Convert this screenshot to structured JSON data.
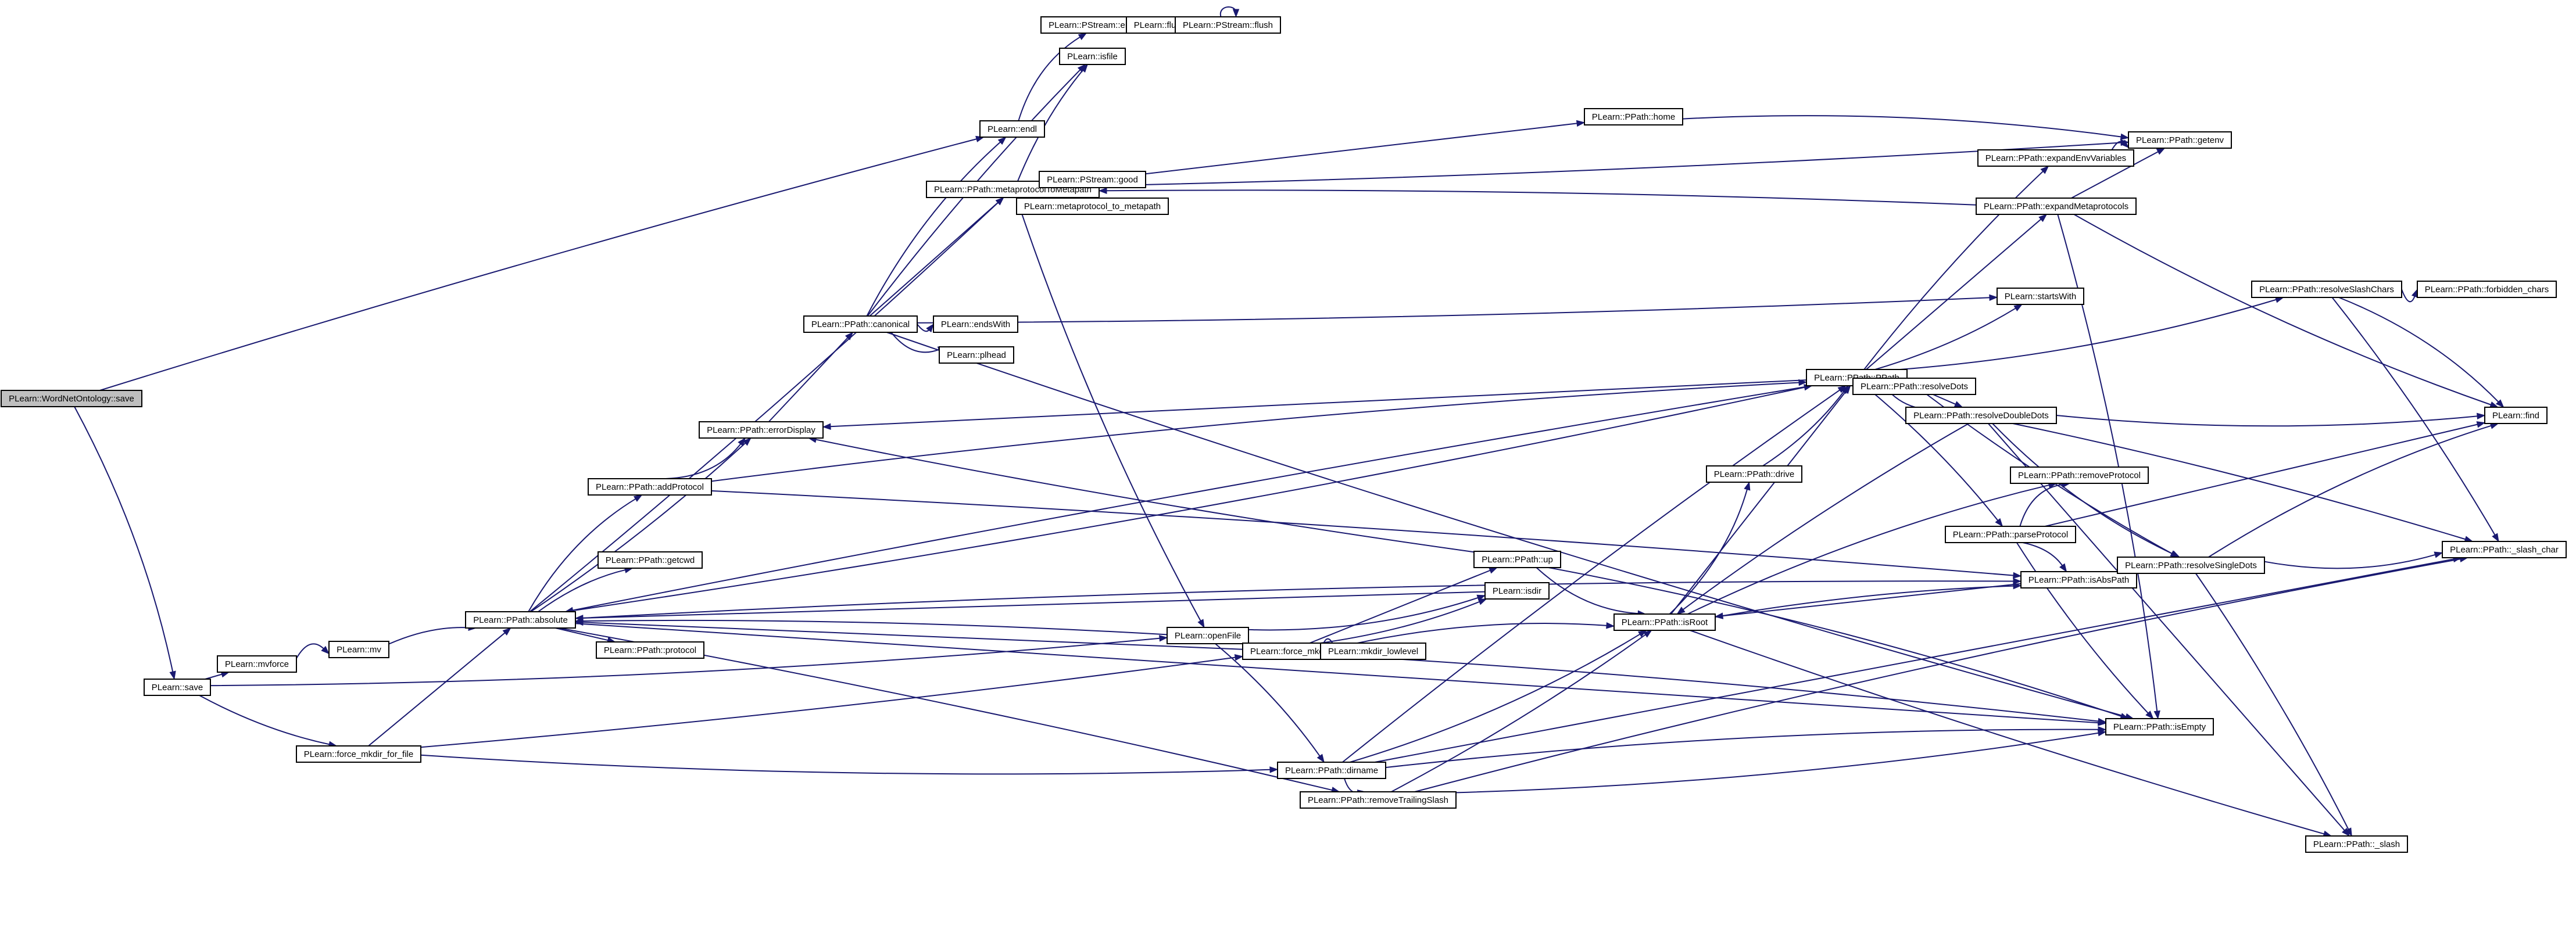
{
  "root": "PLearn::WordNetOntology::save",
  "colors": {
    "edge": "#191970",
    "root_fill": "#bfbfbf",
    "node_fill": "#ffffff",
    "border": "#000000"
  },
  "nodes": [
    "PLearn::WordNetOntology::save",
    "PLearn::save",
    "PLearn::mvforce",
    "PLearn::mv",
    "PLearn::force_mkdir_for_file",
    "PLearn::PPath::absolute",
    "PLearn::PPath::addProtocol",
    "PLearn::PPath::getcwd",
    "PLearn::PPath::protocol",
    "PLearn::PPath::errorDisplay",
    "PLearn::PPath::canonical",
    "PLearn::endsWith",
    "PLearn::plhead",
    "PLearn::endl",
    "PLearn::PStream::endl",
    "PLearn::flush",
    "PLearn::PStream::flush",
    "PLearn::isfile",
    "PLearn::PPath::metaprotocolToMetapath",
    "PLearn::PStream::good",
    "PLearn::metaprotocol_to_metapath",
    "PLearn::PPath::home",
    "PLearn::PPath::getenv",
    "PLearn::PPath::expandEnvVariables",
    "PLearn::PPath::expandMetaprotocols",
    "PLearn::startsWith",
    "PLearn::PPath::resolveSlashChars",
    "PLearn::PPath::forbidden_chars",
    "PLearn::PPath::PPath",
    "PLearn::PPath::resolveDots",
    "PLearn::PPath::resolveDoubleDots",
    "PLearn::find",
    "PLearn::PPath::drive",
    "PLearn::PPath::removeProtocol",
    "PLearn::PPath::parseProtocol",
    "PLearn::PPath::isAbsPath",
    "PLearn::PPath::resolveSingleDots",
    "PLearn::PPath::_slash_char",
    "PLearn::PPath::up",
    "PLearn::isdir",
    "PLearn::openFile",
    "PLearn::force_mkdir",
    "PLearn::mkdir_lowlevel",
    "PLearn::PPath::isRoot",
    "PLearn::PPath::isEmpty",
    "PLearn::PPath::dirname",
    "PLearn::PPath::removeTrailingSlash",
    "PLearn::PPath::_slash"
  ],
  "edges": [
    [
      "PLearn::WordNetOntology::save",
      "PLearn::save"
    ],
    [
      "PLearn::WordNetOntology::save",
      "PLearn::endl"
    ],
    [
      "PLearn::save",
      "PLearn::mvforce"
    ],
    [
      "PLearn::save",
      "PLearn::force_mkdir_for_file"
    ],
    [
      "PLearn::save",
      "PLearn::openFile"
    ],
    [
      "PLearn::mvforce",
      "PLearn::mv"
    ],
    [
      "PLearn::mv",
      "PLearn::PPath::absolute"
    ],
    [
      "PLearn::force_mkdir_for_file",
      "PLearn::PPath::absolute"
    ],
    [
      "PLearn::force_mkdir_for_file",
      "PLearn::force_mkdir"
    ],
    [
      "PLearn::force_mkdir_for_file",
      "PLearn::PPath::dirname"
    ],
    [
      "PLearn::PPath::absolute",
      "PLearn::PPath::addProtocol"
    ],
    [
      "PLearn::PPath::absolute",
      "PLearn::PPath::getcwd"
    ],
    [
      "PLearn::PPath::absolute",
      "PLearn::PPath::protocol"
    ],
    [
      "PLearn::PPath::absolute",
      "PLearn::PPath::errorDisplay"
    ],
    [
      "PLearn::PPath::absolute",
      "PLearn::PPath::PPath"
    ],
    [
      "PLearn::PPath::absolute",
      "PLearn::PPath::isAbsPath"
    ],
    [
      "PLearn::PPath::absolute",
      "PLearn::PPath::removeTrailingSlash"
    ],
    [
      "PLearn::PPath::absolute",
      "PLearn::PPath::isEmpty"
    ],
    [
      "PLearn::PPath::absolute",
      "PLearn::PPath::metaprotocolToMetapath"
    ],
    [
      "PLearn::PPath::addProtocol",
      "PLearn::PPath::errorDisplay"
    ],
    [
      "PLearn::PPath::addProtocol",
      "PLearn::PPath::PPath"
    ],
    [
      "PLearn::PPath::addProtocol",
      "PLearn::PPath::isAbsPath"
    ],
    [
      "PLearn::PPath::errorDisplay",
      "PLearn::PPath::canonical"
    ],
    [
      "PLearn::PPath::canonical",
      "PLearn::endsWith"
    ],
    [
      "PLearn::PPath::canonical",
      "PLearn::plhead"
    ],
    [
      "PLearn::PPath::canonical",
      "PLearn::endl"
    ],
    [
      "PLearn::PPath::canonical",
      "PLearn::isfile"
    ],
    [
      "PLearn::PPath::canonical",
      "PLearn::PPath::metaprotocolToMetapath"
    ],
    [
      "PLearn::PPath::canonical",
      "PLearn::startsWith"
    ],
    [
      "PLearn::PPath::canonical",
      "PLearn::PPath::isEmpty"
    ],
    [
      "PLearn::endl",
      "PLearn::PStream::endl"
    ],
    [
      "PLearn::PStream::endl",
      "PLearn::flush"
    ],
    [
      "PLearn::flush",
      "PLearn::PStream::flush"
    ],
    [
      "PLearn::PStream::flush",
      "PLearn::PStream::flush"
    ],
    [
      "PLearn::PPath::metaprotocolToMetapath",
      "PLearn::PStream::good"
    ],
    [
      "PLearn::PPath::metaprotocolToMetapath",
      "PLearn::metaprotocol_to_metapath"
    ],
    [
      "PLearn::PPath::metaprotocolToMetapath",
      "PLearn::isfile"
    ],
    [
      "PLearn::PPath::metaprotocolToMetapath",
      "PLearn::PPath::home"
    ],
    [
      "PLearn::PPath::metaprotocolToMetapath",
      "PLearn::PPath::getenv"
    ],
    [
      "PLearn::PPath::metaprotocolToMetapath",
      "PLearn::openFile"
    ],
    [
      "PLearn::PPath::home",
      "PLearn::PPath::getenv"
    ],
    [
      "PLearn::PPath::expandEnvVariables",
      "PLearn::PPath::getenv"
    ],
    [
      "PLearn::PPath::expandMetaprotocols",
      "PLearn::PPath::getenv"
    ],
    [
      "PLearn::PPath::expandMetaprotocols",
      "PLearn::PPath::metaprotocolToMetapath"
    ],
    [
      "PLearn::PPath::expandMetaprotocols",
      "PLearn::find"
    ],
    [
      "PLearn::PPath::expandMetaprotocols",
      "PLearn::PPath::isEmpty"
    ],
    [
      "PLearn::PPath::PPath",
      "PLearn::PPath::expandEnvVariables"
    ],
    [
      "PLearn::PPath::PPath",
      "PLearn::PPath::expandMetaprotocols"
    ],
    [
      "PLearn::PPath::PPath",
      "PLearn::startsWith"
    ],
    [
      "PLearn::PPath::PPath",
      "PLearn::PPath::resolveSlashChars"
    ],
    [
      "PLearn::PPath::PPath",
      "PLearn::PPath::resolveDots"
    ],
    [
      "PLearn::PPath::PPath",
      "PLearn::PPath::parseProtocol"
    ],
    [
      "PLearn::PPath::PPath",
      "PLearn::PPath::errorDisplay"
    ],
    [
      "PLearn::PPath::PPath",
      "PLearn::PPath::absolute"
    ],
    [
      "PLearn::PPath::resolveSlashChars",
      "PLearn::PPath::forbidden_chars"
    ],
    [
      "PLearn::PPath::resolveSlashChars",
      "PLearn::find"
    ],
    [
      "PLearn::PPath::resolveSlashChars",
      "PLearn::PPath::_slash_char"
    ],
    [
      "PLearn::PPath::resolveDots",
      "PLearn::PPath::resolveDoubleDots"
    ],
    [
      "PLearn::PPath::resolveDots",
      "PLearn::PPath::resolveSingleDots"
    ],
    [
      "PLearn::PPath::resolveDoubleDots",
      "PLearn::find"
    ],
    [
      "PLearn::PPath::resolveDoubleDots",
      "PLearn::PPath::PPath"
    ],
    [
      "PLearn::PPath::resolveDoubleDots",
      "PLearn::PPath::_slash_char"
    ],
    [
      "PLearn::PPath::resolveDoubleDots",
      "PLearn::PPath::_slash"
    ],
    [
      "PLearn::PPath::resolveDoubleDots",
      "PLearn::PPath::isRoot"
    ],
    [
      "PLearn::PPath::resolveDoubleDots",
      "PLearn::PPath::resolveSingleDots"
    ],
    [
      "PLearn::PPath::parseProtocol",
      "PLearn::PPath::removeProtocol"
    ],
    [
      "PLearn::PPath::parseProtocol",
      "PLearn::PPath::isAbsPath"
    ],
    [
      "PLearn::PPath::parseProtocol",
      "PLearn::find"
    ],
    [
      "PLearn::PPath::parseProtocol",
      "PLearn::PPath::isEmpty"
    ],
    [
      "PLearn::PPath::resolveSingleDots",
      "PLearn::PPath::_slash_char"
    ],
    [
      "PLearn::PPath::resolveSingleDots",
      "PLearn::find"
    ],
    [
      "PLearn::PPath::resolveSingleDots",
      "PLearn::PPath::_slash"
    ],
    [
      "PLearn::PPath::resolveSingleDots",
      "PLearn::PPath::isRoot"
    ],
    [
      "PLearn::PPath::drive",
      "PLearn::PPath::PPath"
    ],
    [
      "PLearn::PPath::isRoot",
      "PLearn::PPath::drive"
    ],
    [
      "PLearn::PPath::isRoot",
      "PLearn::PPath::removeProtocol"
    ],
    [
      "PLearn::PPath::isRoot",
      "PLearn::PPath::isAbsPath"
    ],
    [
      "PLearn::PPath::isRoot",
      "PLearn::PPath::PPath"
    ],
    [
      "PLearn::PPath::isRoot",
      "PLearn::PPath::_slash"
    ],
    [
      "PLearn::PPath::up",
      "PLearn::PPath::isRoot"
    ],
    [
      "PLearn::PPath::up",
      "PLearn::PPath::isEmpty"
    ],
    [
      "PLearn::PPath::up",
      "PLearn::PPath::errorDisplay"
    ],
    [
      "PLearn::isdir",
      "PLearn::PPath::absolute"
    ],
    [
      "PLearn::openFile",
      "PLearn::PPath::absolute"
    ],
    [
      "PLearn::openFile",
      "PLearn::isdir"
    ],
    [
      "PLearn::openFile",
      "PLearn::force_mkdir"
    ],
    [
      "PLearn::openFile",
      "PLearn::PPath::dirname"
    ],
    [
      "PLearn::force_mkdir",
      "PLearn::PPath::up"
    ],
    [
      "PLearn::force_mkdir",
      "PLearn::isdir"
    ],
    [
      "PLearn::force_mkdir",
      "PLearn::mkdir_lowlevel"
    ],
    [
      "PLearn::force_mkdir",
      "PLearn::PPath::isRoot"
    ],
    [
      "PLearn::force_mkdir",
      "PLearn::PPath::isEmpty"
    ],
    [
      "PLearn::force_mkdir",
      "PLearn::PPath::absolute"
    ],
    [
      "PLearn::PPath::dirname",
      "PLearn::PPath::removeTrailingSlash"
    ],
    [
      "PLearn::PPath::dirname",
      "PLearn::PPath::isRoot"
    ],
    [
      "PLearn::PPath::dirname",
      "PLearn::PPath::isEmpty"
    ],
    [
      "PLearn::PPath::dirname",
      "PLearn::PPath::PPath"
    ],
    [
      "PLearn::PPath::dirname",
      "PLearn::PPath::_slash_char"
    ],
    [
      "PLearn::PPath::removeTrailingSlash",
      "PLearn::PPath::isRoot"
    ],
    [
      "PLearn::PPath::removeTrailingSlash",
      "PLearn::PPath::isEmpty"
    ],
    [
      "PLearn::PPath::removeTrailingSlash",
      "PLearn::PPath::_slash_char"
    ]
  ]
}
